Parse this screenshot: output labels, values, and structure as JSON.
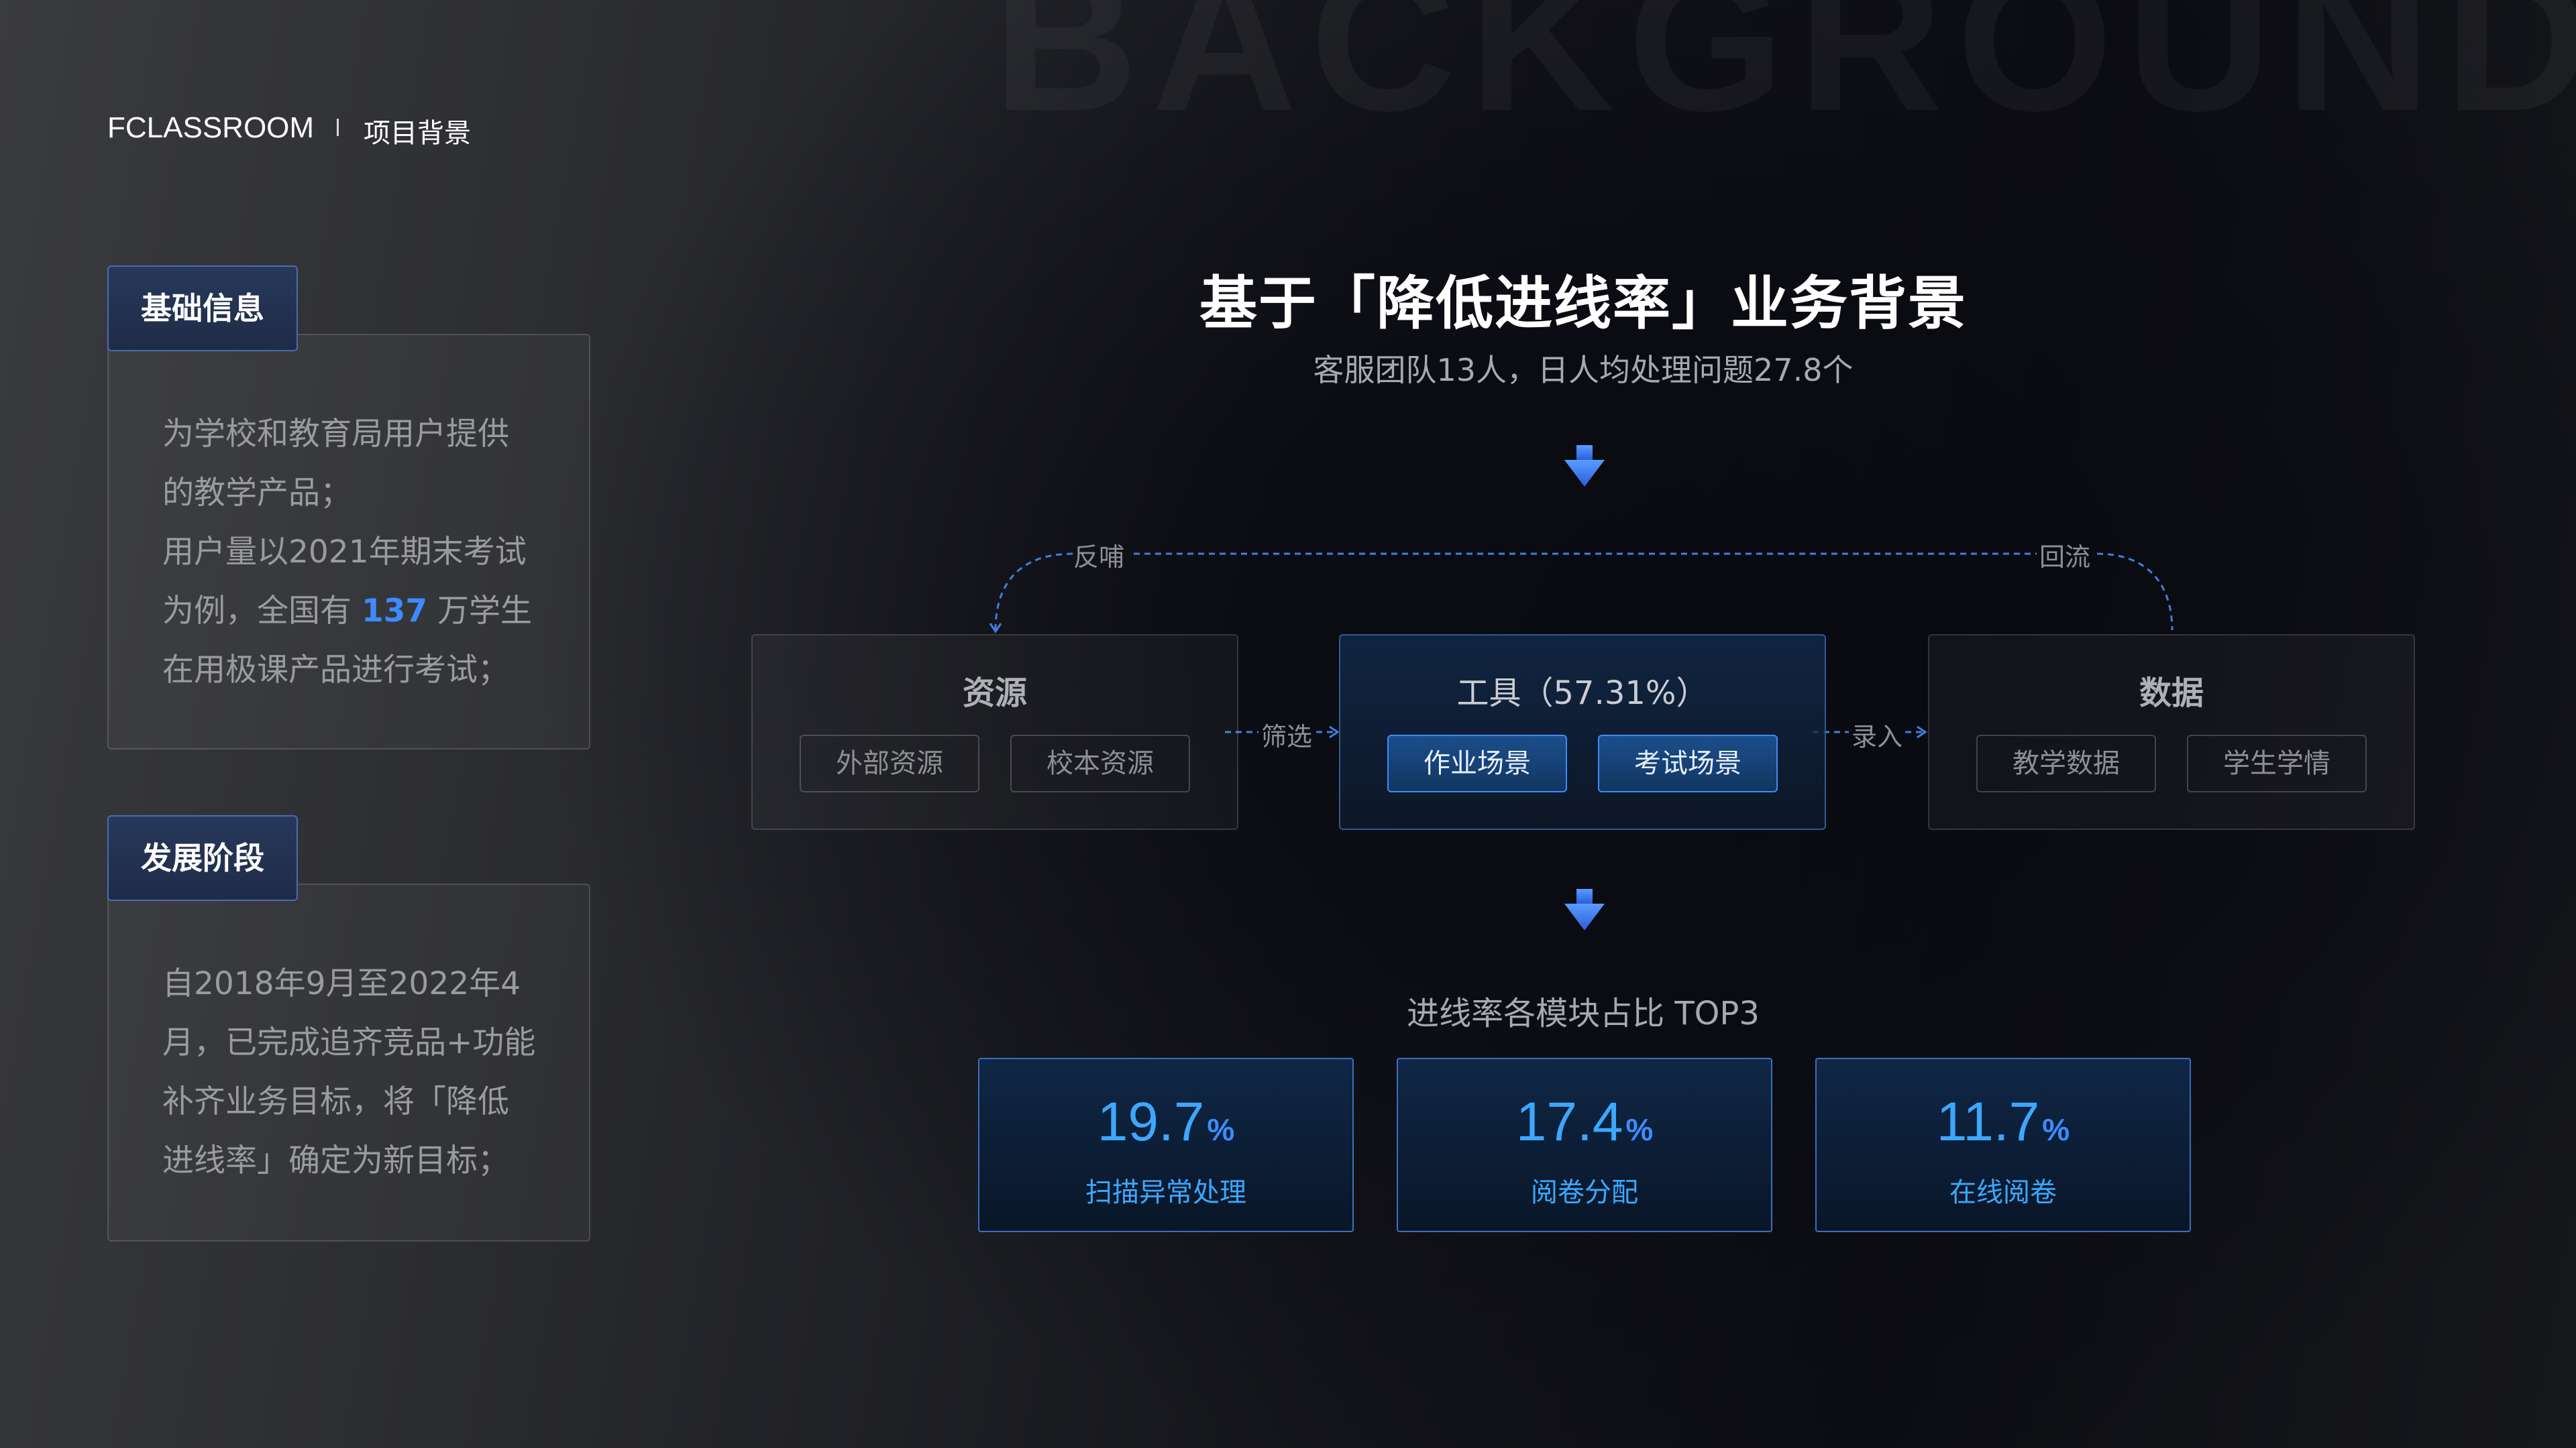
{
  "watermark": "BACKGROUND",
  "header": {
    "brand": "FCLASSROOM",
    "section": "项目背景"
  },
  "left": {
    "basic": {
      "tab": "基础信息",
      "lines": [
        "为学校和教育局用户提供",
        "的教学产品；",
        "用户量以2021年期末考试"
      ],
      "line4_prefix": "为例，全国有 ",
      "highlight": "137",
      "line4_suffix": " 万学生",
      "line5": "在用极课产品进行考试；"
    },
    "stage": {
      "tab": "发展阶段",
      "lines": [
        "自2018年9月至2022年4",
        "月，已完成追齐竞品+功能",
        "补齐业务目标，将「降低",
        "进线率」确定为新目标；"
      ]
    }
  },
  "main": {
    "title": "基于「降低进线率」业务背景",
    "subtitle": "客服团队13人，日人均处理问题27.8个",
    "flow": {
      "feedback": "反哺",
      "return": "回流",
      "filter": "筛选",
      "input": "录入",
      "resource": {
        "title": "资源",
        "items": [
          "外部资源",
          "校本资源"
        ]
      },
      "tool": {
        "title": "工具（57.31%）",
        "items": [
          "作业场景",
          "考试场景"
        ]
      },
      "data": {
        "title": "数据",
        "items": [
          "教学数据",
          "学生学情"
        ]
      }
    },
    "ratio_title": "进线率各模块占比 TOP3",
    "stats": [
      {
        "value": "19.7",
        "unit": "%",
        "label": "扫描异常处理"
      },
      {
        "value": "17.4",
        "unit": "%",
        "label": "阅卷分配"
      },
      {
        "value": "11.7",
        "unit": "%",
        "label": "在线阅卷"
      }
    ]
  },
  "colors": {
    "accent": "#3ca7ff",
    "highlight": "#3d8bff",
    "tab_bg": "#27385a"
  }
}
